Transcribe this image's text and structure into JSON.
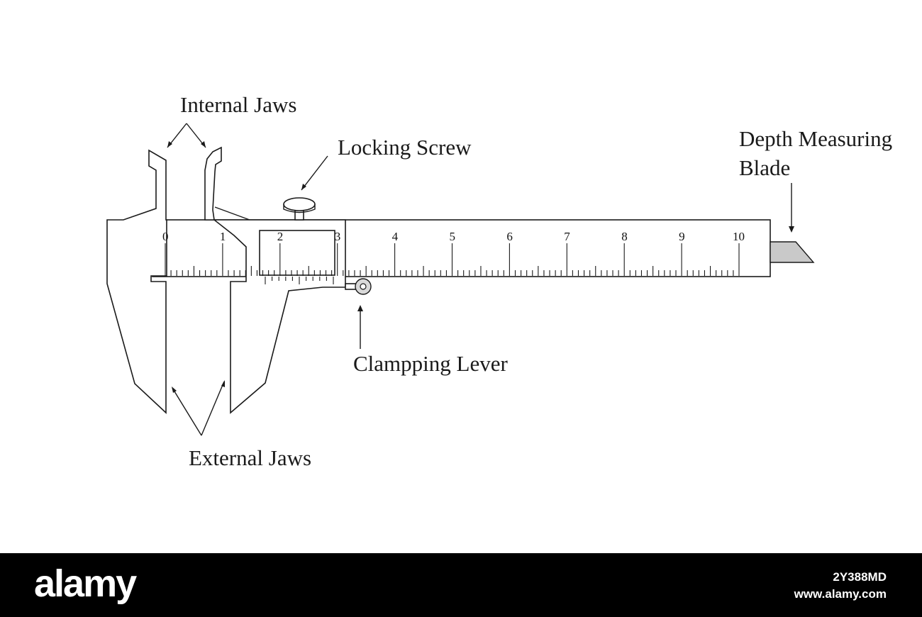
{
  "labels": {
    "internal_jaws": "Internal Jaws",
    "locking_screw": "Locking Screw",
    "depth_blade_line1": "Depth Measuring",
    "depth_blade_line2": "Blade",
    "clamping_lever": "Clampping Lever",
    "external_jaws": "External Jaws"
  },
  "main_scale_numbers": [
    "0",
    "1",
    "2",
    "3",
    "4",
    "5",
    "6",
    "7",
    "8",
    "9",
    "10"
  ],
  "footer": {
    "brand": "alamy",
    "image_id": "2Y388MD",
    "site": "www.alamy.com"
  },
  "colors": {
    "line": "#1a1a1a",
    "blade_fill": "#c9c9c9",
    "lever_fill": "#d9d9d9",
    "footer_bg": "#000000",
    "footer_text": "#ffffff"
  }
}
